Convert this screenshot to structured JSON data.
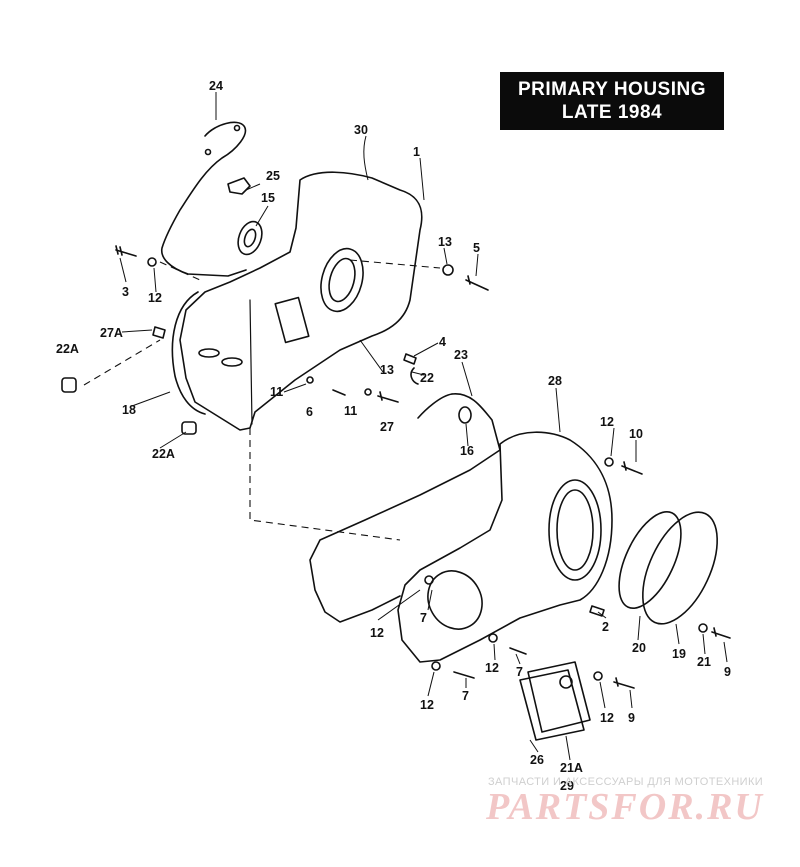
{
  "title": {
    "line1": "PRIMARY HOUSING",
    "line2": "LATE 1984"
  },
  "watermark": {
    "tagline": "ЗАПЧАСТИ И АКСЕССУАРЫ ДЛЯ МОТОТЕХНИКИ",
    "brand": "PARTSFOR.RU"
  },
  "callouts": {
    "c1": "1",
    "c2": "2",
    "c3": "3",
    "c4": "4",
    "c5": "5",
    "c6": "6",
    "c7a": "7",
    "c7b": "7",
    "c7c": "7",
    "c9a": "9",
    "c9b": "9",
    "c10": "10",
    "c11a": "11",
    "c11b": "11",
    "c12a": "12",
    "c12b": "12",
    "c12c": "12",
    "c12d": "12",
    "c12e": "12",
    "c12f": "12",
    "c13a": "13",
    "c13b": "13",
    "c15": "15",
    "c16": "16",
    "c18": "18",
    "c19": "19",
    "c20": "20",
    "c21": "21",
    "c21a": "21A",
    "c22": "22",
    "c22a1": "22A",
    "c22a2": "22A",
    "c23": "23",
    "c24": "24",
    "c25": "25",
    "c26": "26",
    "c27": "27",
    "c27a": "27A",
    "c28": "28",
    "c29": "29",
    "c30": "30"
  },
  "colors": {
    "ink": "#111111",
    "title_bg": "#0b0b0b",
    "watermark_red": "#f2c7c7"
  }
}
